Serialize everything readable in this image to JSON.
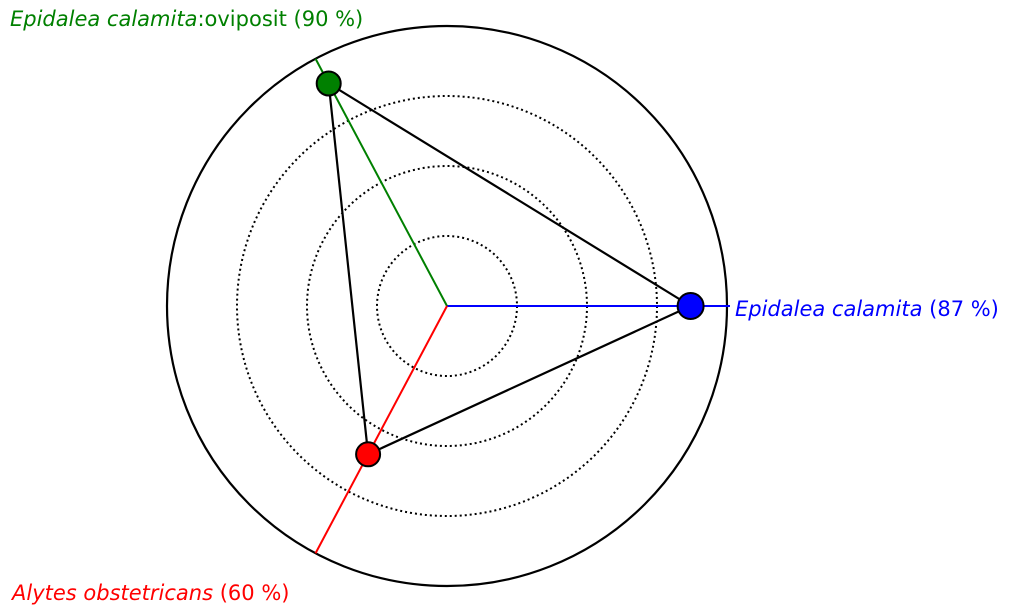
{
  "chart_data": {
    "type": "radar",
    "rings": 4,
    "max": 100,
    "axes": [
      {
        "species": "Epidalea calamita",
        "suffix": "",
        "percent_text": "(87 %)",
        "value": 87,
        "color": "#0000ff",
        "direction": "right"
      },
      {
        "species": "Epidalea calamita",
        "suffix": ":oviposit",
        "percent_text": "(90 %)",
        "value": 90,
        "color": "#008000",
        "direction": "upper-left"
      },
      {
        "species": "Alytes obstetricans",
        "suffix": "",
        "percent_text": "(60 %)",
        "value": 60,
        "color": "#ff0000",
        "direction": "lower-left"
      }
    ],
    "colors": {
      "outline": "#000000",
      "background": "#ffffff"
    }
  }
}
